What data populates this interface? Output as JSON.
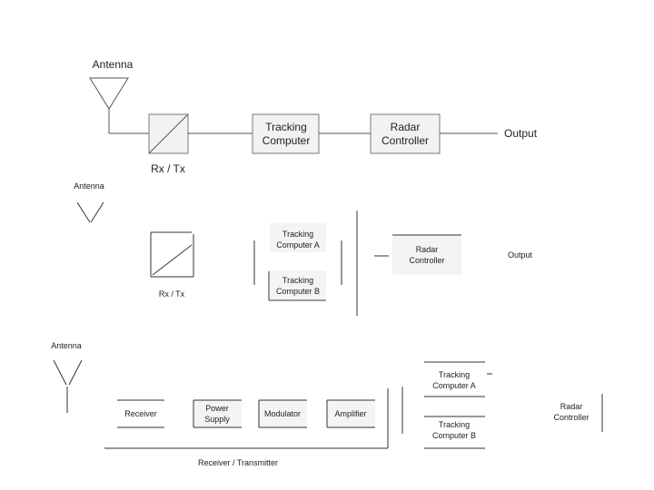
{
  "diagram1": {
    "antenna": "Antenna",
    "rxtx": "Rx / Tx",
    "tracking_line1": "Tracking",
    "tracking_line2": "Computer",
    "radar_line1": "Radar",
    "radar_line2": "Controller",
    "output": "Output"
  },
  "diagram2": {
    "antenna": "Antenna",
    "rxtx": "Rx / Tx",
    "tracking_a_line1": "Tracking",
    "tracking_a_line2": "Computer A",
    "tracking_b_line1": "Tracking",
    "tracking_b_line2": "Computer B",
    "radar_line1": "Radar",
    "radar_line2": "Controller",
    "output": "Output"
  },
  "diagram3": {
    "antenna": "Antenna",
    "receiver": "Receiver",
    "power_line1": "Power",
    "power_line2": "Supply",
    "modulator": "Modulator",
    "amplifier": "Amplifier",
    "rxtx_group": "Receiver / Transmitter",
    "tracking_a_line1": "Tracking",
    "tracking_a_line2": "Computer A",
    "tracking_b_line1": "Tracking",
    "tracking_b_line2": "Computer B",
    "radar_line1": "Radar",
    "radar_line2": "Controller"
  }
}
